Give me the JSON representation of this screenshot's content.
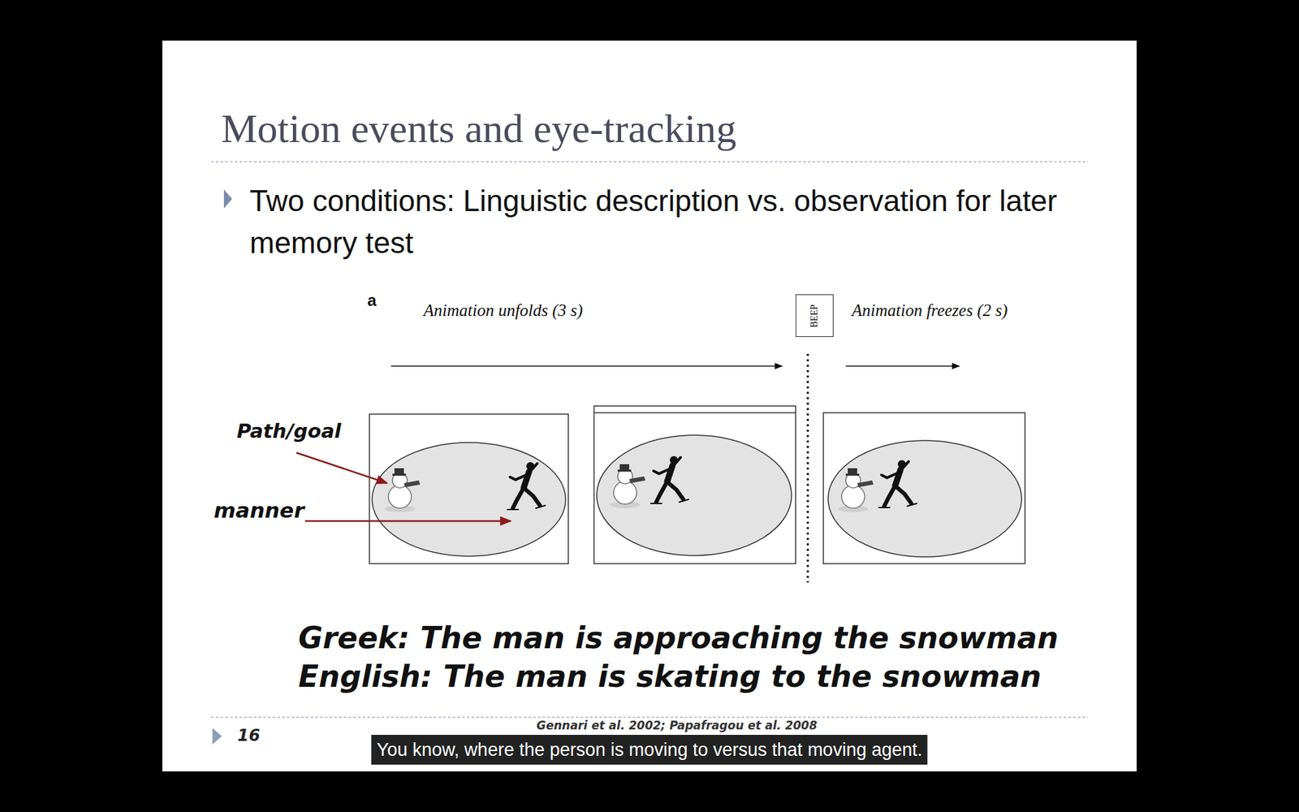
{
  "diagram": {
    "title": "Motion events and eye-tracking",
    "nodes": [
      {
        "text": [
          "BEEP"
        ]
      },
      {
        "text": [
          "You know, where the person is moving to versus that moving agent."
        ]
      }
    ],
    "labels": [
      "Two conditions: Linguistic description vs. observation for later memory test",
      "a",
      "Animation unfolds (3 s)",
      "Animation freezes (2 s)",
      "Path/goal",
      "manner",
      "Greek:",
      "The man is approaching the snowman",
      "English:",
      "The man is skating to the snowman",
      "16",
      "Gennari et al. 2002; Papafragou et al. 2008"
    ]
  }
}
